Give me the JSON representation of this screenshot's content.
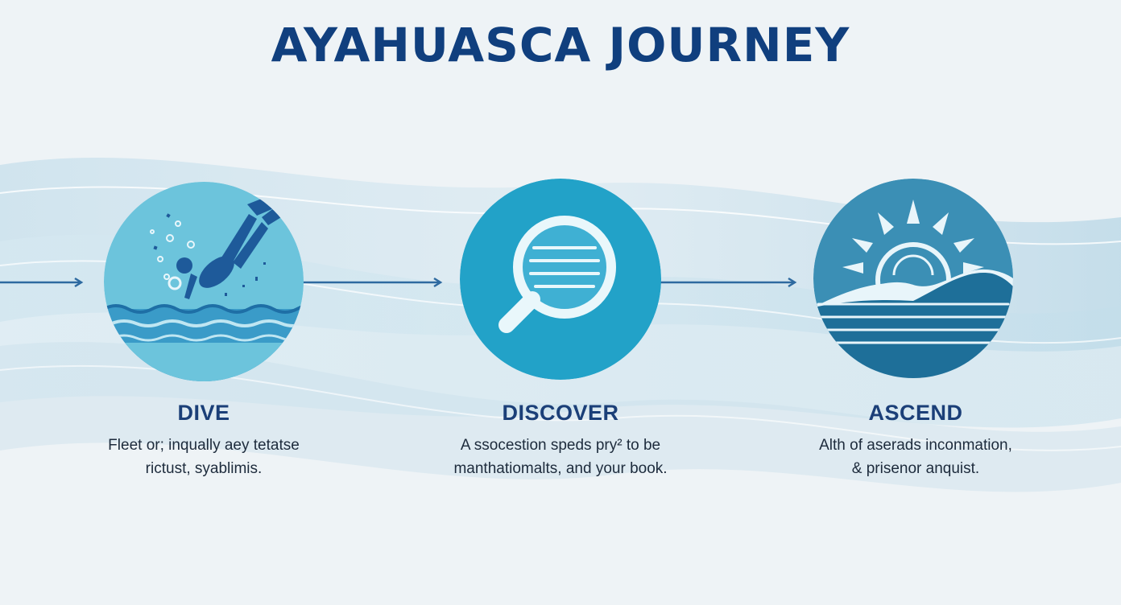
{
  "title": "AYAHUASCA JOURNEY",
  "steps": [
    {
      "title": "DIVE",
      "icon": "diver-icon",
      "desc_lines": [
        "Fleet or; inqually aey tetatse",
        "rictust, syablimis."
      ],
      "color": "#6cc4dc"
    },
    {
      "title": "DISCOVER",
      "icon": "magnifier-icon",
      "desc_lines": [
        "A ssocestion speds pry² to be",
        "manthatiomalts, and your book."
      ],
      "color": "#22a2c8"
    },
    {
      "title": "ASCEND",
      "icon": "sunrise-icon",
      "desc_lines": [
        "Alth of aserads inconmation,",
        "& prisenor anquist."
      ],
      "color": "#2e86ad"
    }
  ],
  "colors": {
    "title": "#103f7e",
    "arrow": "#2e6aa0",
    "background": "#eef3f6"
  }
}
